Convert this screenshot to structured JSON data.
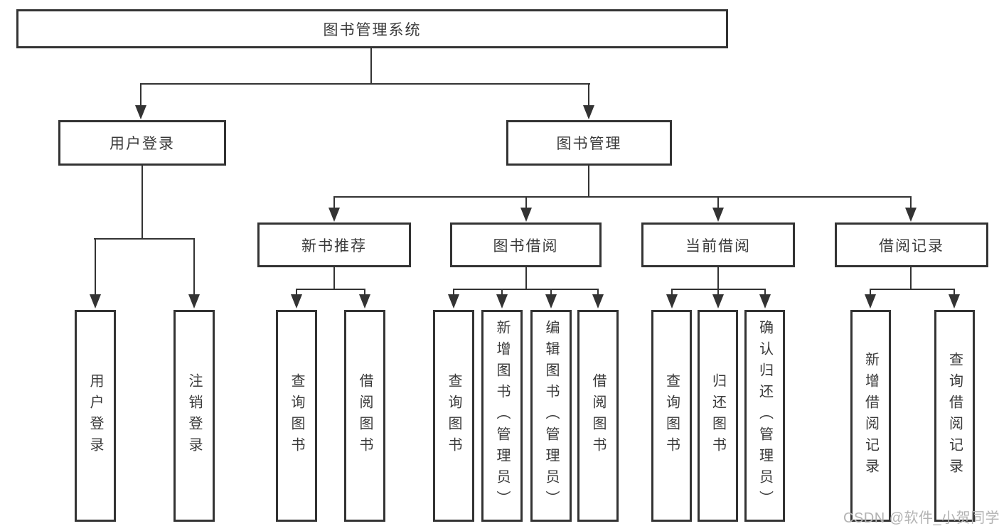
{
  "diagram": {
    "title": "图书管理系统",
    "root": {
      "label": "图书管理系统"
    },
    "branches": [
      {
        "label": "用户登录",
        "children": [
          {
            "label": "用户登录"
          },
          {
            "label": "注销登录"
          }
        ]
      },
      {
        "label": "图书管理",
        "groups": [
          {
            "label": "新书推荐",
            "children": [
              {
                "label": "查询图书"
              },
              {
                "label": "借阅图书"
              }
            ]
          },
          {
            "label": "图书借阅",
            "children": [
              {
                "label": "查询图书"
              },
              {
                "label": "新增图书（管理员）"
              },
              {
                "label": "编辑图书（管理员）"
              },
              {
                "label": "借阅图书"
              }
            ]
          },
          {
            "label": "当前借阅",
            "children": [
              {
                "label": "查询图书"
              },
              {
                "label": "归还图书"
              },
              {
                "label": "确认归还（管理员）"
              }
            ]
          },
          {
            "label": "借阅记录",
            "children": [
              {
                "label": "新增借阅记录"
              },
              {
                "label": "查询借阅记录"
              }
            ]
          }
        ]
      }
    ]
  },
  "watermark": {
    "text": "CSDN @软件_小贺同学"
  },
  "colors": {
    "line": "#333333",
    "box_border": "#333333",
    "text": "#3a3a3a",
    "watermark": "#b3b3b3",
    "background": "#ffffff"
  }
}
